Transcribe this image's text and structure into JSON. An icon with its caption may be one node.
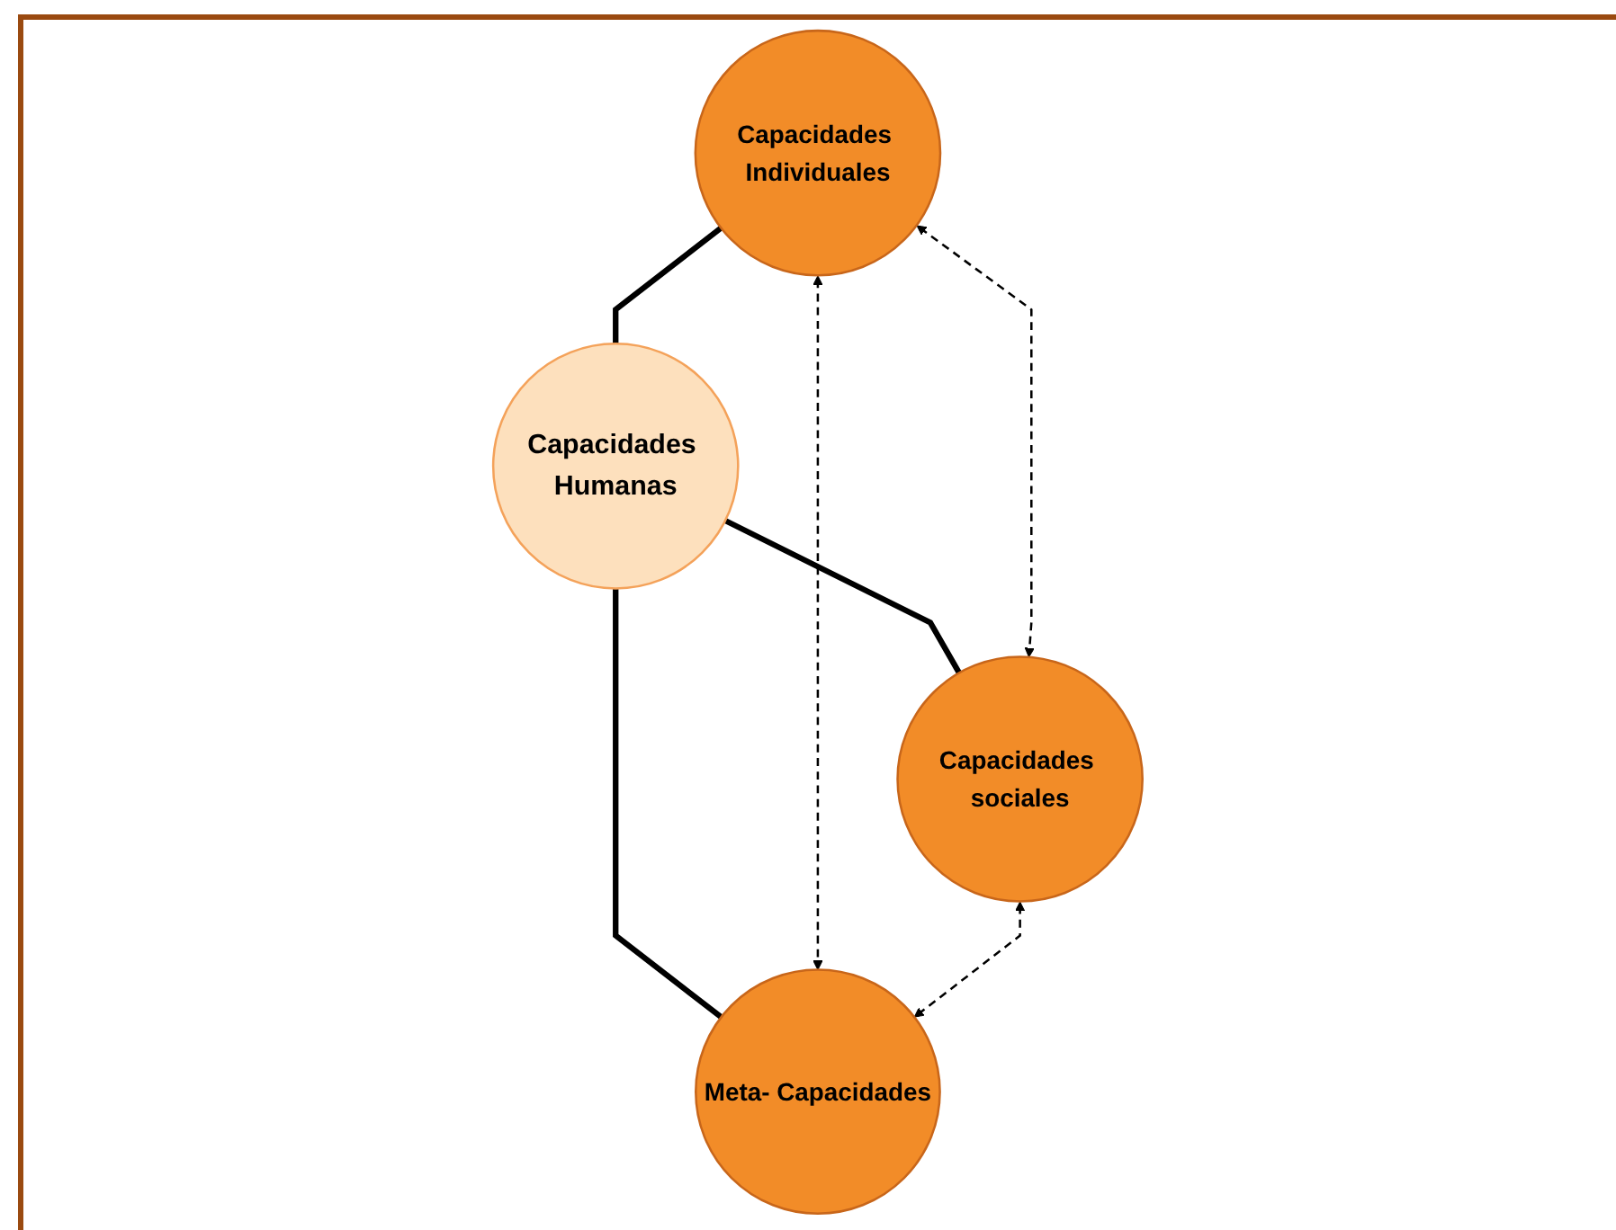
{
  "diagram": {
    "nodes": [
      {
        "text": [
          "Capacidades Individuales"
        ]
      },
      {
        "text": [
          "Capacidades Humanas"
        ]
      },
      {
        "text": [
          "Capacidades sociales"
        ]
      },
      {
        "text": [
          "Meta- Capacidades"
        ]
      }
    ],
    "edges": [
      {
        "from": 0,
        "to": 1,
        "arrow": "none",
        "style": "thick"
      },
      {
        "from": 1,
        "to": 2,
        "arrow": "none",
        "style": "thick"
      },
      {
        "from": 1,
        "to": 3,
        "arrow": "none",
        "style": "thick"
      },
      {
        "from": 0,
        "to": 2,
        "arrow": "both",
        "style": "dashed"
      },
      {
        "from": 0,
        "to": 3,
        "arrow": "both",
        "style": "dashed"
      },
      {
        "from": 2,
        "to": 3,
        "arrow": "both",
        "style": "dashed"
      }
    ]
  }
}
